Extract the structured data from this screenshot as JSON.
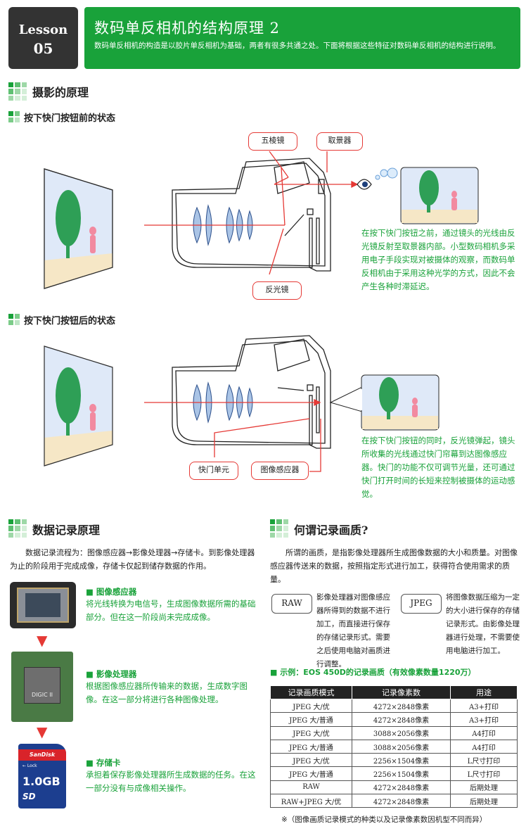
{
  "header": {
    "lesson_label": "Lesson",
    "lesson_number": "05",
    "title": "数码单反相机的结构原理 2",
    "description": "数码单反相机的构造是以胶片单反相机为基础，两者有很多共通之处。下面将根据这些特征对数码单反相机的结构进行说明。"
  },
  "section_photo": {
    "title": "摄影的原理",
    "before": {
      "subtitle": "按下快门按钮前的状态",
      "label_prism": "五棱镜",
      "label_finder": "取景器",
      "label_mirror": "反光镜",
      "note": "在按下快门按钮之前，通过镜头的光线由反光镜反射至取景器内部。小型数码相机多采用电子手段实现对被摄体的观察，而数码单反相机由于采用这种光学的方式，因此不会产生各种时滞延迟。"
    },
    "after": {
      "subtitle": "按下快门按钮后的状态",
      "label_shutter": "快门单元",
      "label_sensor": "图像感应器",
      "note": "在按下快门按钮的同时，反光镜弹起，镜头所收集的光线通过快门帘幕到达图像感应器。快门的功能不仅可调节光量，还可通过快门打开时间的长短来控制被摄体的运动感觉。"
    }
  },
  "section_record": {
    "title": "数据记录原理",
    "intro": "数据记录流程为：图像感应器→影像处理器→存储卡。到影像处理器为止的阶段用于完成成像，存储卡仅起到储存数据的作用。",
    "items": [
      {
        "name": "■ 图像感应器",
        "desc": "将光线转换为电信号，生成图像数据所需的基础部分。但在这一阶段尚未完成成像。"
      },
      {
        "name": "■ 影像处理器",
        "desc": "根据图像感应器所传输来的数据，生成数字图像。在这一部分将进行各种图像处理。"
      },
      {
        "name": "■ 存储卡",
        "desc": "承担着保存影像处理器所生成数据的任务。在这一部分没有与成像相关操作。"
      }
    ],
    "chip_text": "DIGIC II",
    "sd_brand": "SanDisk",
    "sd_size": "1.0GB",
    "sd_lock": "← Lock",
    "sd_logo": "SD"
  },
  "section_quality": {
    "title": "何谓记录画质?",
    "intro": "所谓的画质，是指影像处理器所生成图像数据的大小和质量。对图像感应器传送来的数据，按照指定形式进行加工，获得符合使用需求的质量。",
    "raw_tag": "RAW",
    "raw_desc": "影像处理器对图像感应器所得到的数据不进行加工，而直接进行保存的存储记录形式。需要之后使用电脑对画质进行调整。",
    "jpeg_tag": "JPEG",
    "jpeg_desc": "将图像数据压缩为一定的大小进行保存的存储记录形式。由影像处理器进行处理，不需要使用电脑进行加工。",
    "example_title": "■ 示例：EOS 450D的记录画质（有效像素数量1220万）",
    "table_headers": [
      "记录画质模式",
      "记录像素数",
      "用途"
    ],
    "table_rows": [
      [
        "JPEG 大/优",
        "4272×2848像素",
        "A3+打印"
      ],
      [
        "JPEG 大/普通",
        "4272×2848像素",
        "A3+打印"
      ],
      [
        "JPEG 大/优",
        "3088×2056像素",
        "A4打印"
      ],
      [
        "JPEG 大/普通",
        "3088×2056像素",
        "A4打印"
      ],
      [
        "JPEG 大/优",
        "2256×1504像素",
        "L尺寸打印"
      ],
      [
        "JPEG 大/普通",
        "2256×1504像素",
        "L尺寸打印"
      ],
      [
        "RAW",
        "4272×2848像素",
        "后期处理"
      ],
      [
        "RAW+JPEG 大/优",
        "4272×2848像素",
        "后期处理"
      ]
    ],
    "footnote": "※（图像画质记录模式的种类以及记录像素数因机型不同而异）"
  },
  "colors": {
    "accent_green": "#19a23a",
    "dark": "#333333",
    "light_ray": "#e53935"
  }
}
